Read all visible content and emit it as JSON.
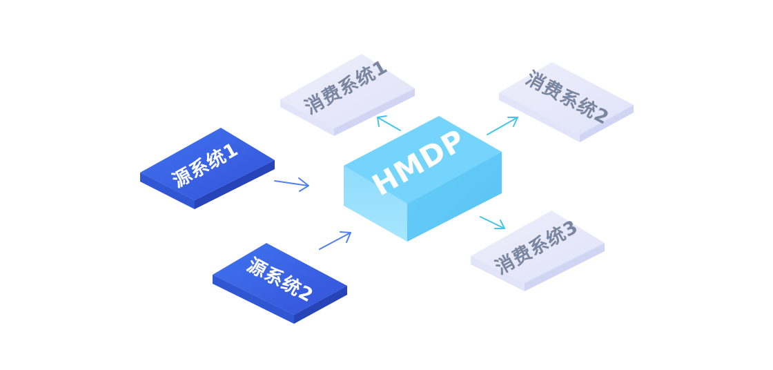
{
  "diagram": {
    "hub": {
      "label": "HMDP"
    },
    "sources": [
      {
        "label": "源系统1"
      },
      {
        "label": "源系统2"
      }
    ],
    "consumers": [
      {
        "label": "消费系统1"
      },
      {
        "label": "消费系统2"
      },
      {
        "label": "消费系统3"
      }
    ],
    "colors": {
      "source_top": "#3b63e6",
      "source_side": "#2f4fcf",
      "source_front": "#3f74f0",
      "source_text": "#ffffff",
      "hub_top": "#74d4fb",
      "hub_left": "#8fdcfc",
      "hub_right": "#5cc6f6",
      "hub_text": "#ffffff",
      "consumer_top": "#e7e8fa",
      "consumer_side": "#d2d6f5",
      "consumer_front": "#dcdff8",
      "consumer_text": "#7a86a0",
      "arrow_in": "#4f7ff0",
      "arrow_out": "#45c3e8"
    }
  }
}
